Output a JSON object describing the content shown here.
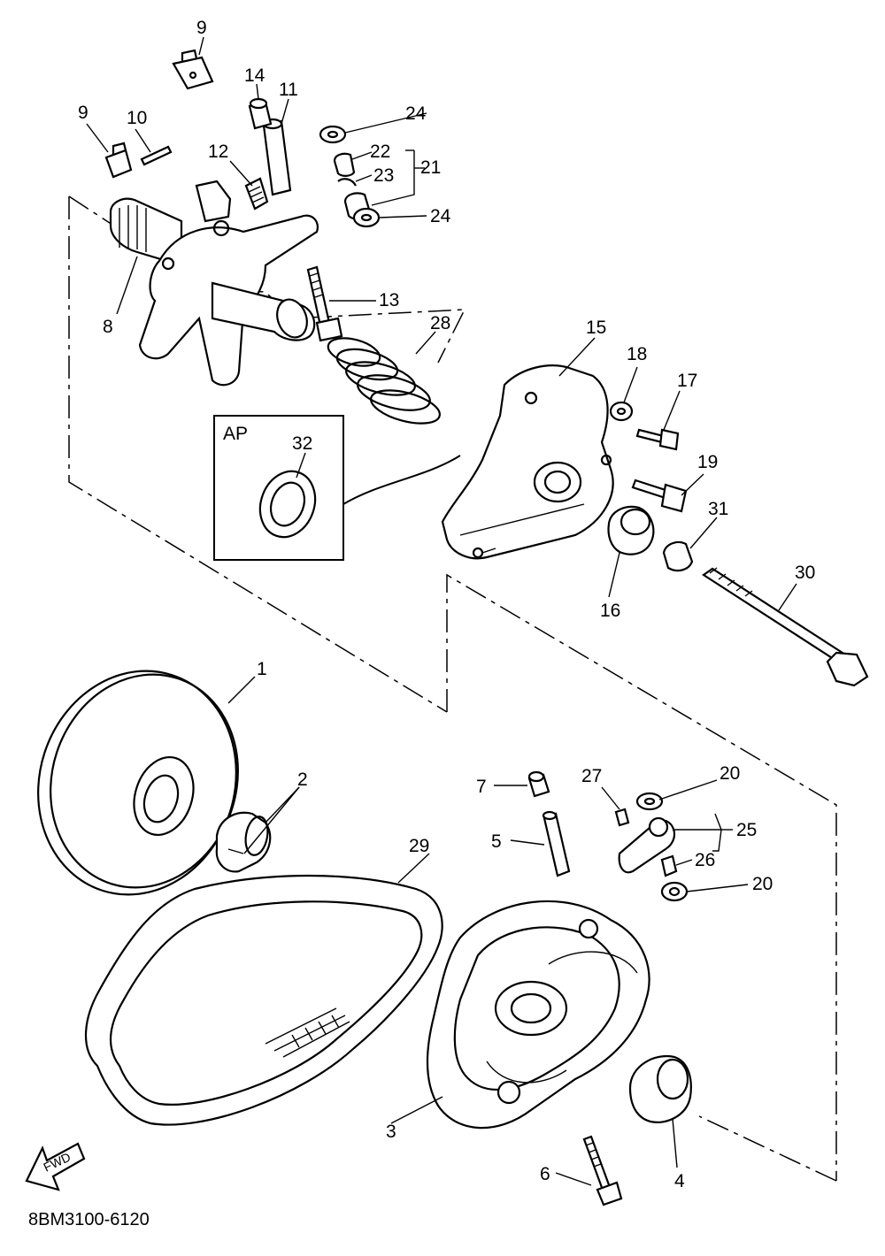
{
  "diagram": {
    "drawing_code": "8BM3100-6120",
    "inset_label": "AP",
    "direction_label": "FWD",
    "callouts": [
      "1",
      "2",
      "3",
      "4",
      "5",
      "6",
      "7",
      "8",
      "9",
      "9",
      "10",
      "11",
      "12",
      "13",
      "14",
      "15",
      "16",
      "17",
      "18",
      "19",
      "20",
      "20",
      "21",
      "22",
      "23",
      "24",
      "24",
      "25",
      "26",
      "27",
      "28",
      "29",
      "30",
      "31",
      "32"
    ]
  }
}
